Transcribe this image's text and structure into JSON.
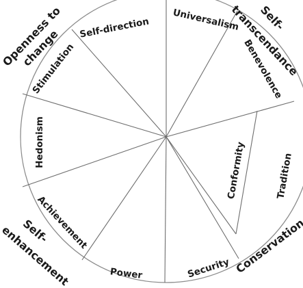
{
  "values": {
    "self_direction": "Self-direction",
    "universalism": "Universalism",
    "benevolence": "Benevolence",
    "conformity": "Conformity",
    "tradition": "Tradition",
    "security": "Security",
    "power": "Power",
    "achievement": "Achievement",
    "hedonism": "Hedonism",
    "stimulation": "Stimulation"
  },
  "groups": {
    "openness_line1": "Openness to",
    "openness_line2": "change",
    "self_transcendence_line1": "Self-",
    "self_transcendence_line2": "transcendance",
    "conservation": "Conservation",
    "self_enhancement_line1": "Self-",
    "self_enhancement_line2": "enhancement"
  },
  "colors": {
    "ring_stroke": "#8c8c8c",
    "line": "#6e6e6e",
    "text": "#1a1a1a"
  }
}
